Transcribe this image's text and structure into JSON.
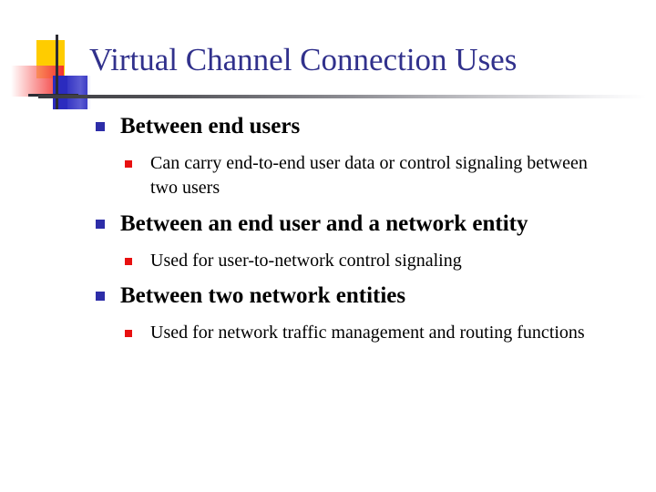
{
  "slide": {
    "title": "Virtual Channel Connection Uses",
    "title_color": "#31318c",
    "background_color": "#ffffff",
    "body_text_color": "#000000"
  },
  "decoration": {
    "name": "slide-logo-decoration",
    "yellow_color": "#ffcc00",
    "red_color": "#f23030",
    "blue_color": "#2b2bbf",
    "line_color": "#2b2b33"
  },
  "divider": {
    "name": "title-rule",
    "start_color": "#3a3a3f",
    "end_color": "#ffffff"
  },
  "bullets": {
    "level1_marker_color": "#2d2da8",
    "level2_marker_color": "#e81010",
    "items": [
      {
        "level": 1,
        "text": "Between end users",
        "children": [
          {
            "level": 2,
            "text": "Can carry end-to-end user data or control signaling between two users"
          }
        ]
      },
      {
        "level": 1,
        "text": "Between an end user and a network entity",
        "children": [
          {
            "level": 2,
            "text": "Used for user-to-network control signaling"
          }
        ]
      },
      {
        "level": 1,
        "text": "Between two network entities",
        "children": [
          {
            "level": 2,
            "text": "Used for network traffic management and routing functions"
          }
        ]
      }
    ]
  }
}
